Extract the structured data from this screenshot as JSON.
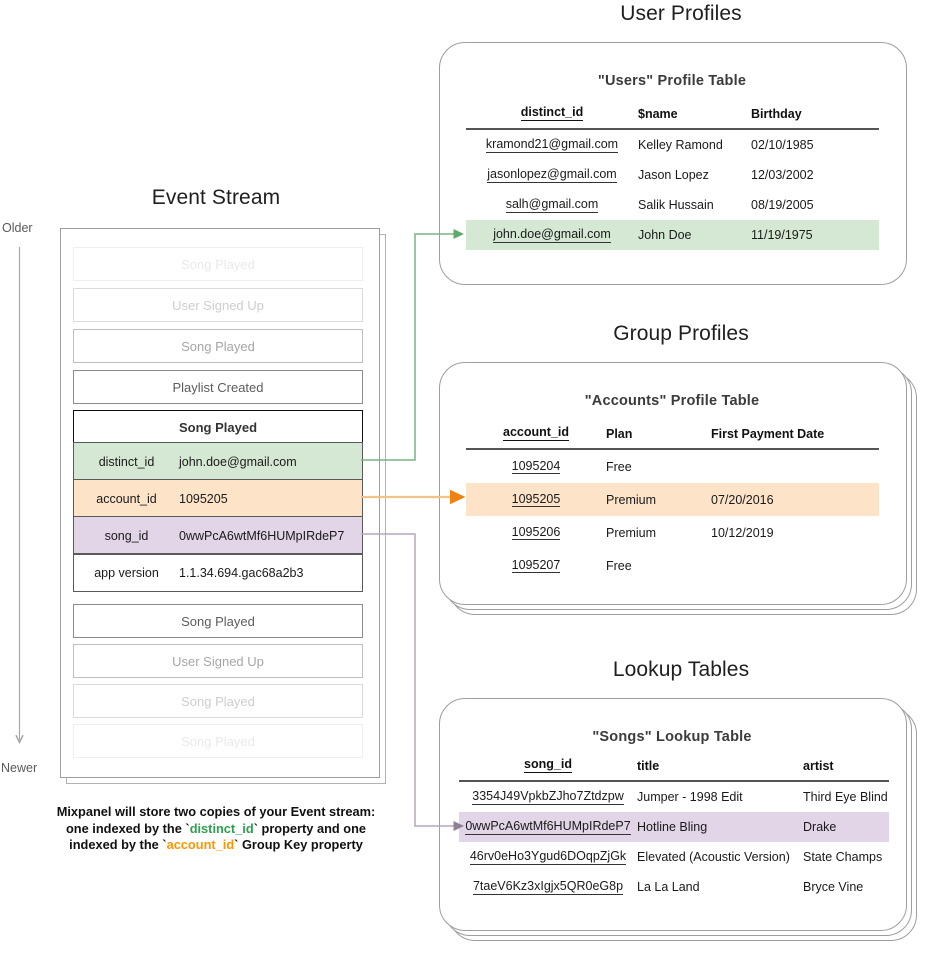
{
  "sections": {
    "event_stream_title": "Event Stream",
    "user_profiles_title": "User Profiles",
    "group_profiles_title": "Group Profiles",
    "lookup_tables_title": "Lookup Tables"
  },
  "timeline": {
    "older_label": "Older",
    "newer_label": "Newer"
  },
  "event_stream": {
    "events_before": [
      {
        "name": "Song Played",
        "fade": "ev-f3"
      },
      {
        "name": "User Signed Up",
        "fade": "ev-f2"
      },
      {
        "name": "Song Played",
        "fade": "ev-f1"
      },
      {
        "name": "Playlist Created",
        "fade": ""
      }
    ],
    "events_after": [
      {
        "name": "Song Played",
        "fade": ""
      },
      {
        "name": "User Signed Up",
        "fade": "ev-f1"
      },
      {
        "name": "Song Played",
        "fade": "ev-f2"
      },
      {
        "name": "Song Played",
        "fade": "ev-f3"
      }
    ],
    "selected_event": {
      "name": "Song Played",
      "properties": [
        {
          "key": "distinct_id",
          "value": "john.doe@gmail.com",
          "highlight": "row-hl-green"
        },
        {
          "key": "account_id",
          "value": "1095205",
          "highlight": "row-hl-orange"
        },
        {
          "key": "song_id",
          "value": "0wwPcA6wtMf6HUMpIRdeP7",
          "highlight": "row-hl-purple"
        },
        {
          "key": "app version",
          "value": "1.1.34.694.gac68a2b3",
          "highlight": ""
        }
      ]
    }
  },
  "users_table": {
    "title": "\"Users\" Profile Table",
    "columns": [
      "distinct_id",
      "$name",
      "Birthday"
    ],
    "rows": [
      {
        "cells": [
          "kramond21@gmail.com",
          "Kelley Ramond",
          "02/10/1985"
        ],
        "highlight": ""
      },
      {
        "cells": [
          "jasonlopez@gmail.com",
          "Jason Lopez",
          "12/03/2002"
        ],
        "highlight": ""
      },
      {
        "cells": [
          "salh@gmail.com",
          "Salik Hussain",
          "08/19/2005"
        ],
        "highlight": ""
      },
      {
        "cells": [
          "john.doe@gmail.com",
          "John Doe",
          "11/19/1975"
        ],
        "highlight": "row-hl-green"
      }
    ]
  },
  "accounts_table": {
    "title": "\"Accounts\" Profile Table",
    "columns": [
      "account_id",
      "Plan",
      "First Payment Date"
    ],
    "rows": [
      {
        "cells": [
          "1095204",
          "Free",
          ""
        ],
        "highlight": ""
      },
      {
        "cells": [
          "1095205",
          "Premium",
          "07/20/2016"
        ],
        "highlight": "row-hl-orange"
      },
      {
        "cells": [
          "1095206",
          "Premium",
          "10/12/2019"
        ],
        "highlight": ""
      },
      {
        "cells": [
          "1095207",
          "Free",
          ""
        ],
        "highlight": ""
      }
    ]
  },
  "songs_table": {
    "title": "\"Songs\" Lookup Table",
    "columns": [
      "song_id",
      "title",
      "artist"
    ],
    "rows": [
      {
        "cells": [
          "3354J49VpkbZJho7Ztdzpw",
          "Jumper - 1998 Edit",
          "Third Eye Blind"
        ],
        "highlight": ""
      },
      {
        "cells": [
          "0wwPcA6wtMf6HUMpIRdeP7",
          "Hotline Bling",
          "Drake"
        ],
        "highlight": "row-hl-purple"
      },
      {
        "cells": [
          "46rv0eHo3Ygud6DOqpZjGk",
          "Elevated (Acoustic Version)",
          "State Champs"
        ],
        "highlight": ""
      },
      {
        "cells": [
          "7taeV6Kz3xIgjx5QR0eG8p",
          "La La Land",
          "Bryce Vine"
        ],
        "highlight": ""
      }
    ]
  },
  "caption": {
    "line1": "Mixpanel will store two copies of your Event stream:",
    "line2_a": "one indexed by the `",
    "line2_key": "distinct_id",
    "line2_b": "` property and one",
    "line3_a": "indexed by the `",
    "line3_key": "account_id",
    "line3_b": "` Group Key property"
  },
  "colors": {
    "green_highlight": "#d5e8d4",
    "orange_highlight": "#fde3c8",
    "purple_highlight": "#e1d5e7",
    "green_arrow": "#5fa96a",
    "orange_arrow": "#f0a64b",
    "purple_arrow": "#9e7fa5",
    "card_border": "#9e9e9e"
  }
}
